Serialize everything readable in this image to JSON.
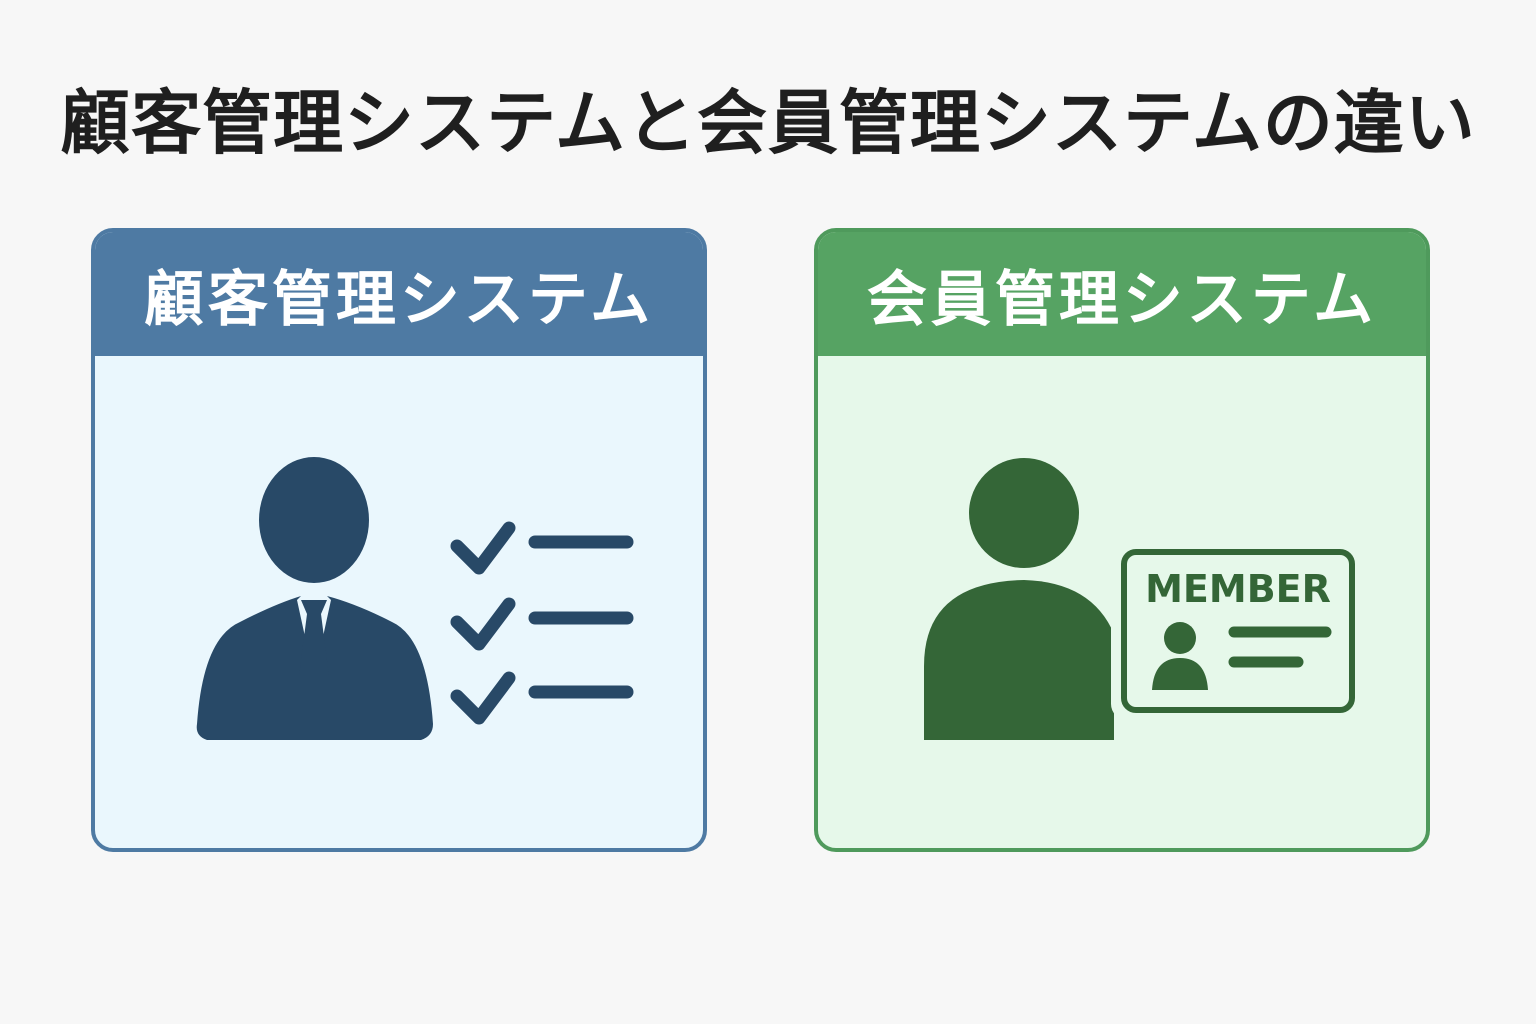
{
  "title": "顧客管理システムと会員管理システムの違い",
  "panels": [
    {
      "header": "顧客管理システム",
      "header_color": "#4e7aa3",
      "border_color": "#4e7aa3",
      "body_color": "#eaf7fd",
      "icon_color": "#284967",
      "icons": [
        "businessman-icon",
        "checklist-icon"
      ]
    },
    {
      "header": "会員管理システム",
      "header_color": "#56a363",
      "border_color": "#4f9a5c",
      "body_color": "#e6f8ea",
      "icon_color": "#346637",
      "icons": [
        "person-icon",
        "member-card-icon"
      ],
      "card_label": "MEMBER"
    }
  ]
}
